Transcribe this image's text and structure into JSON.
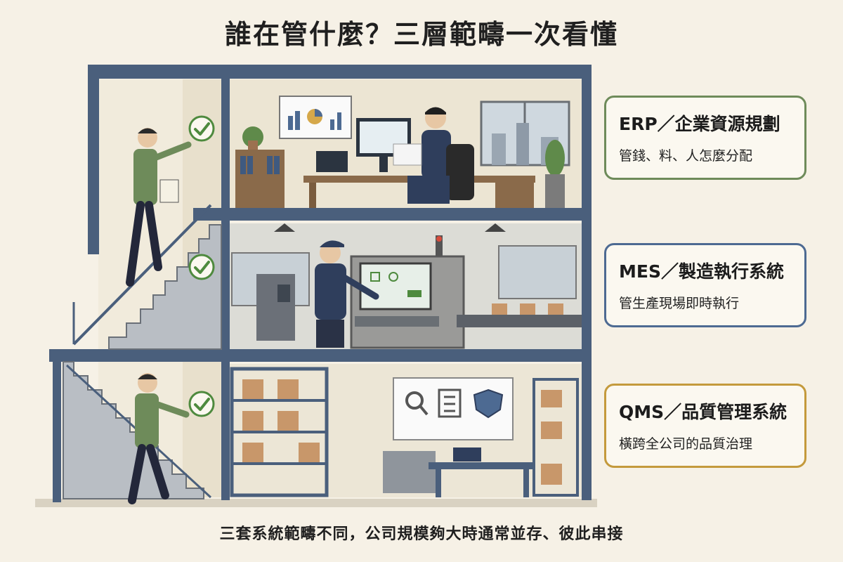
{
  "title": "誰在管什麼？三層範疇一次看懂",
  "caption": "三套系統範疇不同，公司規模夠大時通常並存、彼此串接",
  "cards": [
    {
      "id": "erp",
      "title": "ERP／企業資源規劃",
      "subtitle": "管錢、料、人怎麼分配",
      "color": "#6e8b5a"
    },
    {
      "id": "mes",
      "title": "MES／製造執行系統",
      "subtitle": "管生產現場即時執行",
      "color": "#4d6a92"
    },
    {
      "id": "qms",
      "title": "QMS／品質管理系統",
      "subtitle": "橫跨全公司的品質治理",
      "color": "#c49a3c"
    }
  ],
  "colors": {
    "steel": "#4a5f7c",
    "check": "#4e8a3e",
    "wall": "#efe8d6",
    "box": "#c8976a"
  },
  "icons": [
    "check-icon",
    "magnifier-icon",
    "checklist-icon",
    "shield-icon",
    "chart-icon"
  ]
}
